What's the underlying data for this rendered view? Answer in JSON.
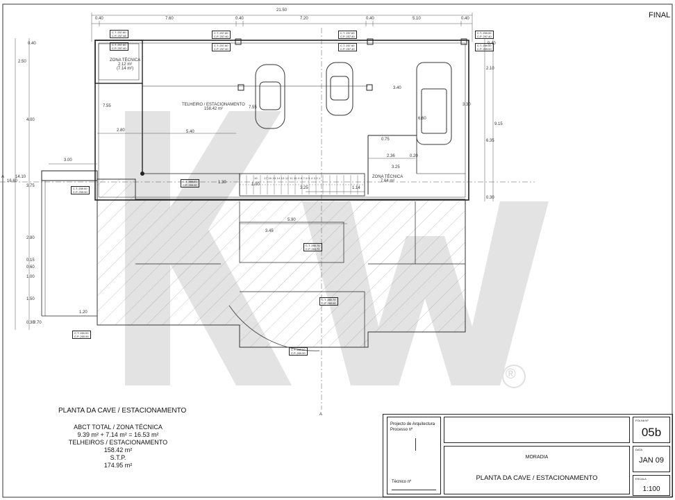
{
  "sheet": {
    "status": "FINAL"
  },
  "dimensions": {
    "total_width": "21.50",
    "top_segments": [
      "0.40",
      "7.60",
      "0.40",
      "7.20",
      "0.40",
      "5.10",
      "0.40"
    ],
    "left_vertical": [
      "0.40",
      "2.50",
      "4.00",
      "3.75",
      "14.10",
      "16.60",
      "2.80",
      "0.15",
      "0.60",
      "1.00",
      "1.50",
      "0.30",
      "0.70"
    ],
    "right_vertical": [
      "0.40",
      "2.10",
      "9.15",
      "6.35",
      "0.30"
    ],
    "interior": [
      "7.55",
      "7.55",
      "3.40",
      "2.80",
      "5.40",
      "3.00",
      "1.30",
      "1.00",
      "3.25",
      "1.14",
      "2.36",
      "3.25",
      "0.20",
      "0.75",
      "1.20",
      "5.90",
      "3.45",
      "6.60",
      "3.30"
    ]
  },
  "rooms": {
    "zona_tecnica_1": {
      "name": "ZONA TÉCNICA",
      "area": "2.12 m²",
      "area2": "(7.14 m²)"
    },
    "telheiro": {
      "name": "TELHEIRO / ESTACIONAMENTO",
      "area": "158.42 m²"
    },
    "zona_tecnica_2": {
      "name": "ZONA TÉCNICA",
      "area": "7.64 m²"
    }
  },
  "levels": [
    "C.T. 257.60",
    "C.P. 257.48",
    "C.T. 257.60",
    "C.P. 257.40",
    "C.T. 257.60",
    "C.P. 257.40",
    "C.T. 257.60",
    "C.P. 257.40",
    "C.T. 257.60",
    "C.P. 257.40",
    "C.T. 257.60",
    "C.P. 257.40",
    "C.T. 259.00",
    "C.P. 257.40",
    "C.T. 259.00",
    "C.P. 259.00",
    "C.T. 259.00",
    "C.P. 259.00",
    "C.T. 259.00",
    "C.P. 259.00",
    "C.T. 260.70",
    "C.P. 260.70",
    "C.T. 260.70",
    "C.P. 260.00",
    "C.T. 260.00",
    "C.P. 260.00",
    "C.T. 260.00",
    "C.P. 260.00"
  ],
  "steps": [
    "16",
    "17",
    "16",
    "15",
    "14",
    "13",
    "12",
    "11",
    "10",
    "9",
    "8",
    "7",
    "6",
    "5",
    "4",
    "3",
    "2",
    "1"
  ],
  "section_marks": [
    "A",
    "A"
  ],
  "summary": {
    "title": "PLANTA DA CAVE / ESTACIONAMENTO",
    "abct_label": "ABCT TOTAL / ZONA TÉCNICA",
    "abct_value": "9.39 m² + 7.14 m² = 16.53 m²",
    "telheiros_label": "TELHEIROS / ESTACIONAMENTO",
    "telheiros_value": "158.42 m²",
    "stp_label": "S.T.P.",
    "stp_value": "174.95 m²"
  },
  "title_block": {
    "project_label": "Projecto de Arquitectura",
    "processo_label": "Processo nº",
    "tecnico_label": "Técnico nº",
    "building": "MORADIA",
    "drawing_title": "PLANTA DA CAVE / ESTACIONAMENTO",
    "folha_label": "FOLHA Nº",
    "folha_value": "05b",
    "data_label": "DATA",
    "data_value": "JAN 09",
    "escala_label": "ESCALA",
    "escala_value": "1:100"
  },
  "watermark": {
    "mark": "®"
  }
}
